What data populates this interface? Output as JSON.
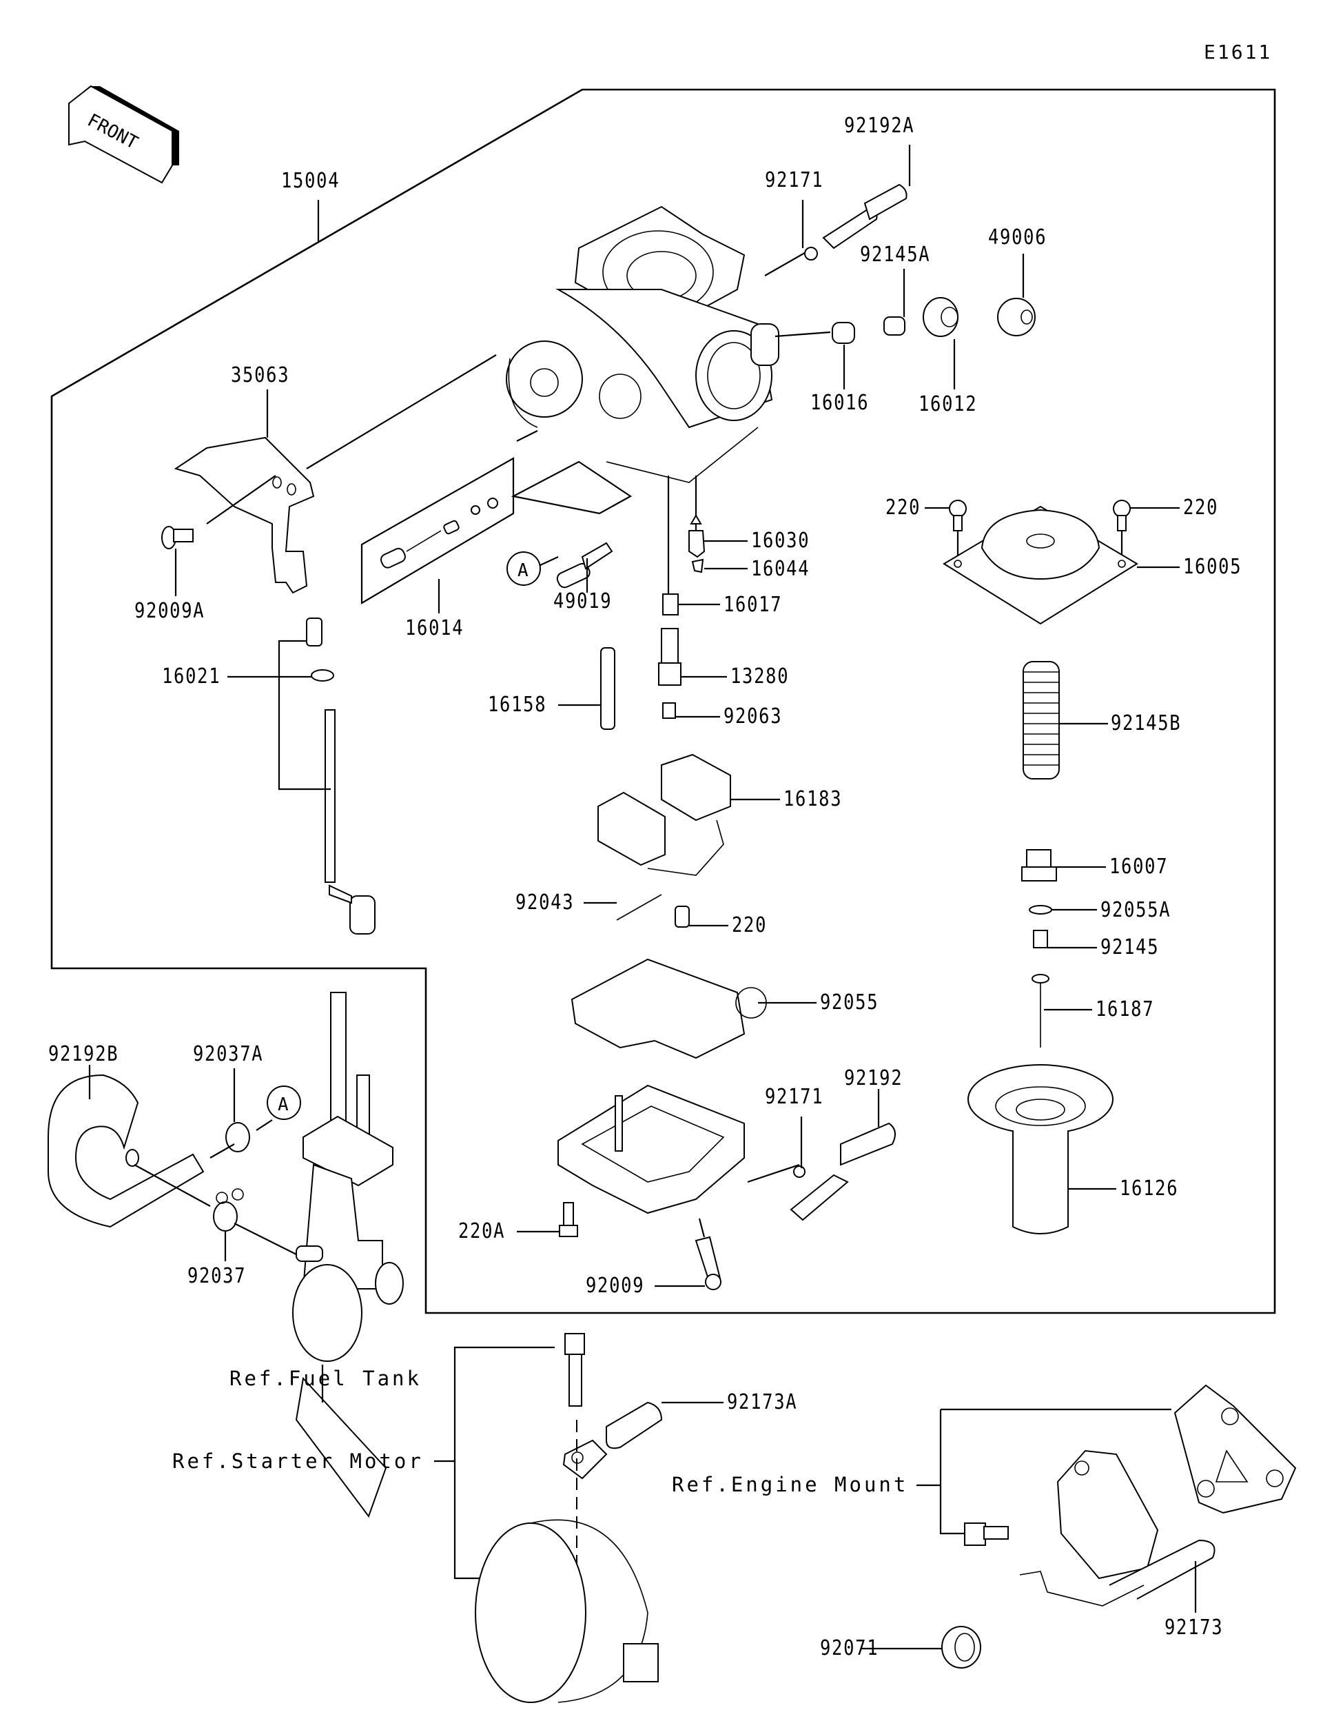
{
  "diagram": {
    "code": "E1611",
    "front_marker": "FRONT",
    "reference_marker": "A",
    "parts": {
      "p15004": "15004",
      "p92192A": "92192A",
      "p92171_top": "92171",
      "p49006": "49006",
      "p92145A": "92145A",
      "p16016": "16016",
      "p16012": "16012",
      "p35063": "35063",
      "p92009A": "92009A",
      "p16014": "16014",
      "p49019": "49019",
      "p16030": "16030",
      "p16044": "16044",
      "p16017": "16017",
      "p220_left": "220",
      "p220_right": "220",
      "p16005": "16005",
      "p16021": "16021",
      "p13280": "13280",
      "p16158": "16158",
      "p92063": "92063",
      "p92145B": "92145B",
      "p16183": "16183",
      "p16007": "16007",
      "p92043": "92043",
      "p220_float": "220",
      "p92055A": "92055A",
      "p92145": "92145",
      "p92055": "92055",
      "p16187": "16187",
      "p92192B": "92192B",
      "p92037A": "92037A",
      "p92192": "92192",
      "p92171_bottom": "92171",
      "p92037": "92037",
      "p16126": "16126",
      "p220A": "220A",
      "p92009": "92009",
      "p92173A": "92173A",
      "p92071": "92071",
      "p92173": "92173"
    },
    "references": {
      "fuel_tank": "Ref.Fuel Tank",
      "starter_motor": "Ref.Starter Motor",
      "engine_mount": "Ref.Engine Mount"
    }
  }
}
